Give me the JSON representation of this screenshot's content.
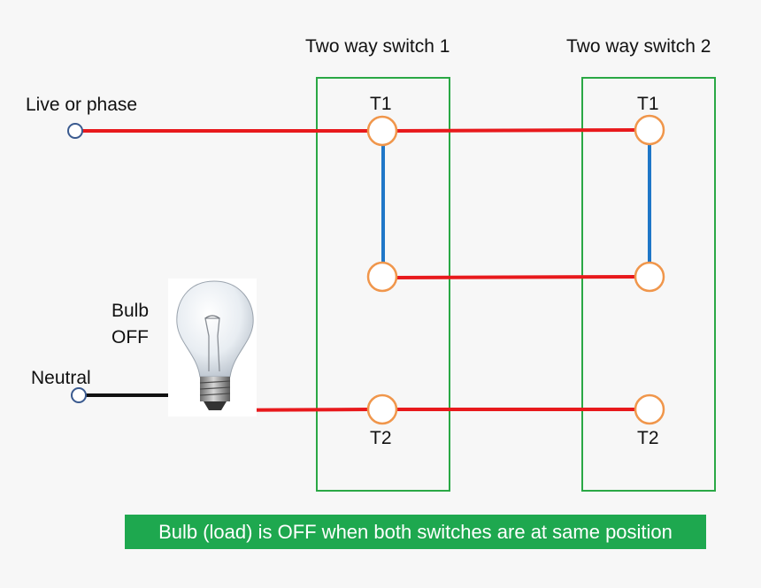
{
  "labels": {
    "switch1_title": "Two way switch 1",
    "switch2_title": "Two way switch 2",
    "live": "Live or phase",
    "neutral": "Neutral",
    "bulb_line1": "Bulb",
    "bulb_line2": "OFF",
    "s1_t1": "T1",
    "s1_t2": "T2",
    "s2_t1": "T1",
    "s2_t2": "T2"
  },
  "caption": {
    "text": "Bulb (load) is OFF when both switches are at same position"
  },
  "colors": {
    "live_wire": "#e8191c",
    "neutral_wire": "#111111",
    "switch_lever": "#1f77c8",
    "switch_box": "#2aa845",
    "terminal": "#f0964b",
    "source_terminal": "#3a5a8f",
    "caption_bg": "#1ea84f"
  }
}
